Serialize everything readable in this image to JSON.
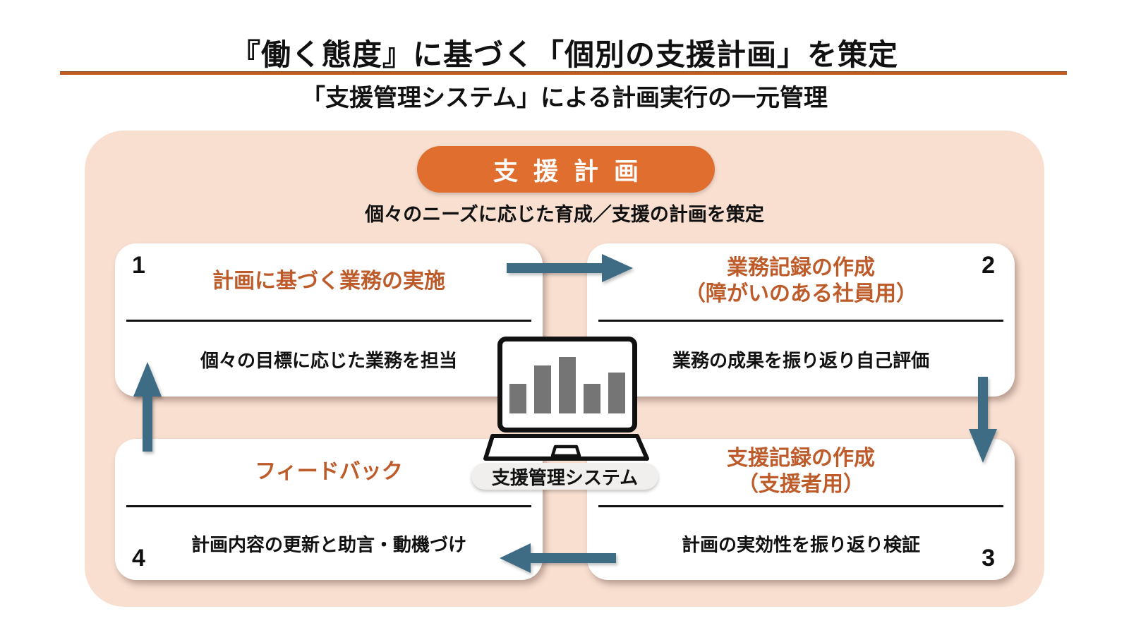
{
  "header": {
    "title": "『働く態度』に基づく「個別の支援計画」を策定",
    "subtitle": "「支援管理システム」による計画実行の一元管理"
  },
  "diagram": {
    "badge": "支援計画",
    "badge_caption": "個々のニーズに応じた育成／支援の計画を策定",
    "system_label": "支援管理システム",
    "cards": [
      {
        "number": "1",
        "title": "計画に基づく業務の実施",
        "title2": "",
        "body": "個々の目標に応じた業務を担当"
      },
      {
        "number": "2",
        "title": "業務記録の作成",
        "title2": "（障がいのある社員用）",
        "body": "業務の成果を振り返り自己評価"
      },
      {
        "number": "3",
        "title": "支援記録の作成",
        "title2": "（支援者用）",
        "body": "計画の実効性を振り返り検証"
      },
      {
        "number": "4",
        "title": "フィードバック",
        "title2": "",
        "body": "計画内容の更新と助言・動機づけ"
      }
    ],
    "cycle_arrows": [
      "card1-to-card2-right",
      "card2-to-card3-down",
      "card3-to-card4-left",
      "card4-to-card1-up"
    ]
  },
  "laptop_chart": {
    "type": "bar",
    "values": [
      42,
      68,
      80,
      42,
      58
    ]
  },
  "colors": {
    "accent_orange": "#E06E2F",
    "card_title_orange": "#BE5B2A",
    "rule_orange": "#C05A1E",
    "panel_peach": "#F8DFD0",
    "arrow_teal": "#3D6C84",
    "bar_gray": "#757575",
    "pill_gray": "#F0EFED"
  }
}
